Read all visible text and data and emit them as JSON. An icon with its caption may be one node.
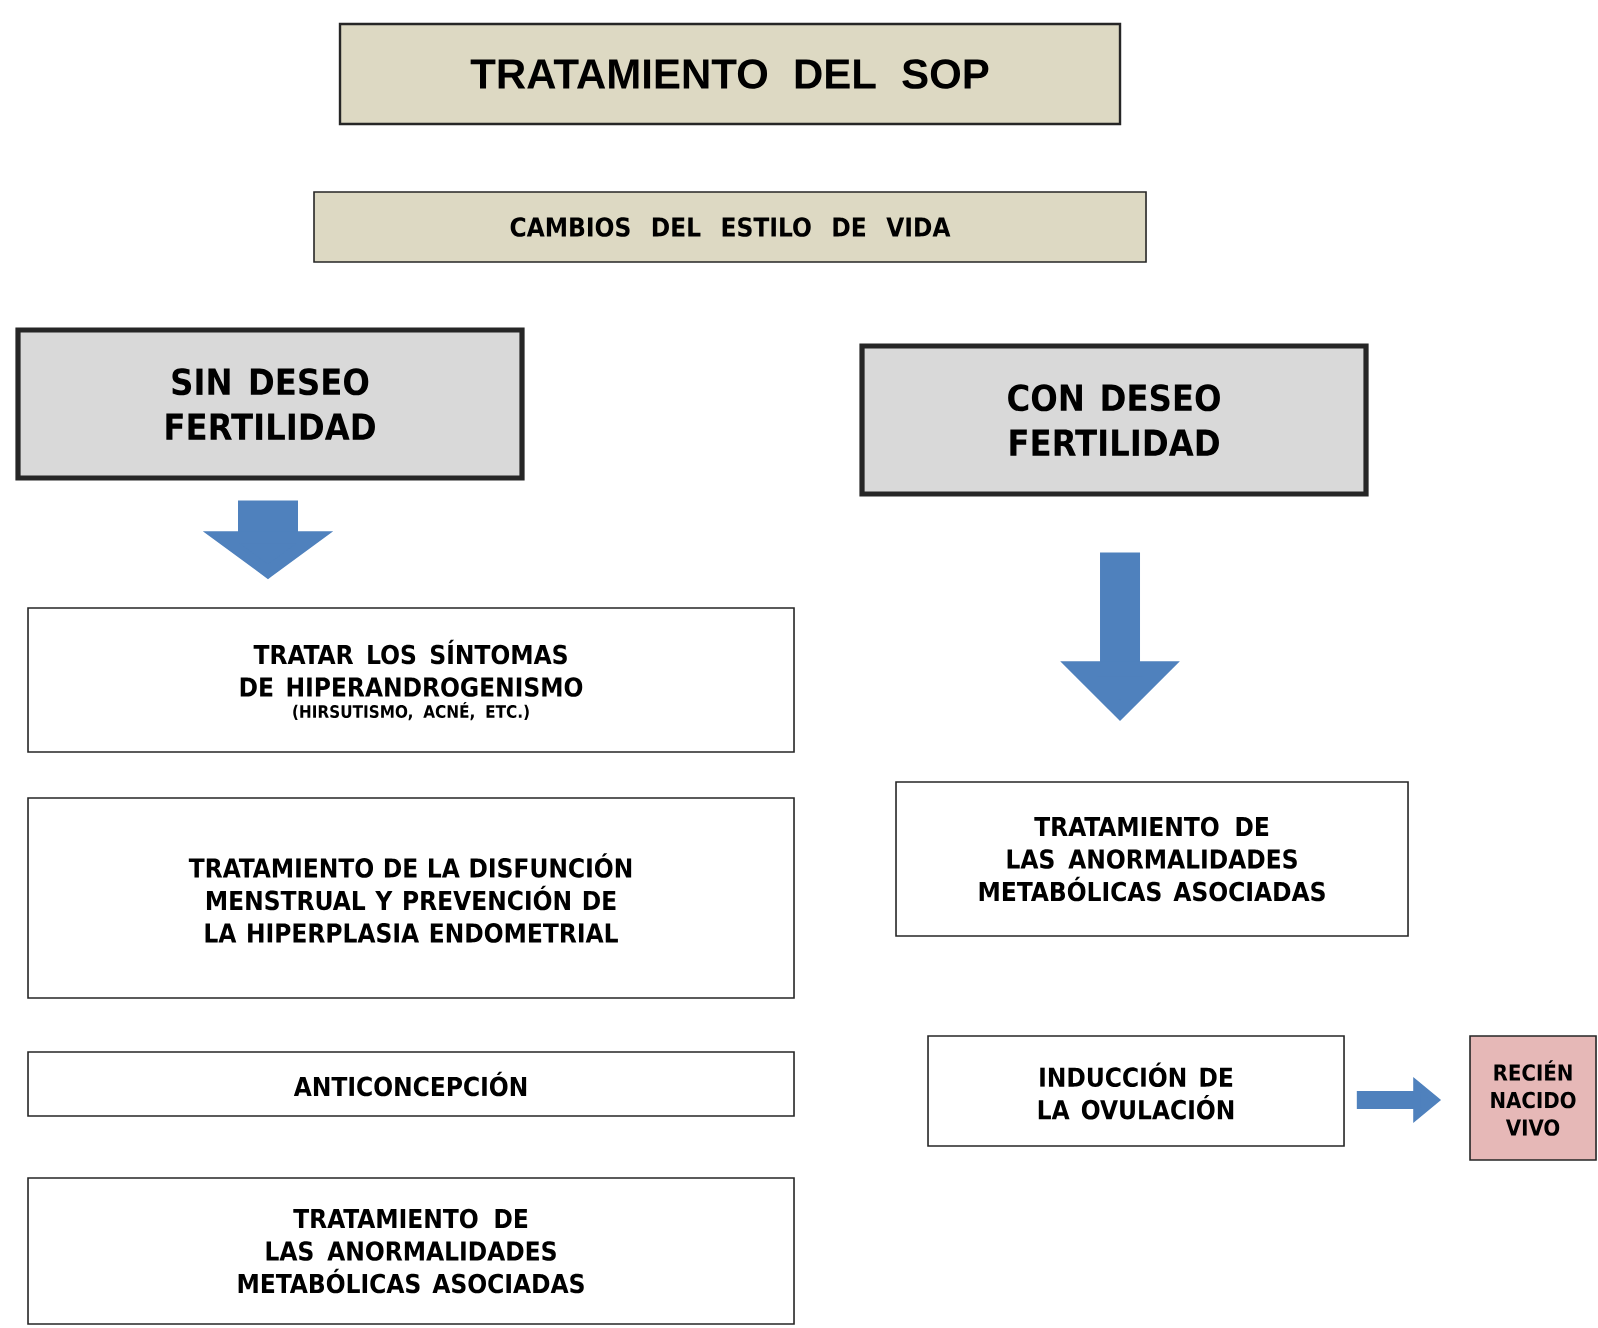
{
  "diagram": {
    "nodes": [
      {
        "text": [
          "TRATAMIENTO DEL SOP"
        ]
      },
      {
        "text": [
          "CAMBIOS DEL ESTILO DE VIDA"
        ]
      },
      {
        "text": [
          "SIN DESEO FERTILIDAD"
        ]
      },
      {
        "text": [
          "CON DESEO FERTILIDAD"
        ]
      },
      {
        "text": [
          "TRATAR LOS SÍNTOMAS DE HIPERANDROGENISMO",
          "(HIRSUTISMO, ACNÉ, ETC.)"
        ]
      },
      {
        "text": [
          "TRATAMIENTO DE LA DISFUNCIÓN MENSTRUAL Y PREVENCIÓN DE LA HIPERPLASIA ENDOMETRIAL"
        ]
      },
      {
        "text": [
          "ANTICONCEPCIÓN"
        ]
      },
      {
        "text": [
          "TRATAMIENTO DE LAS ANORMALIDADES METABÓLICAS ASOCIADAS"
        ]
      },
      {
        "text": [
          "TRATAMIENTO DE LAS ANORMALIDADES METABÓLICAS ASOCIADAS"
        ]
      },
      {
        "text": [
          "INDUCCIÓN DE LA OVULACIÓN"
        ]
      },
      {
        "text": [
          "RECIÉN NACIDO VIVO"
        ]
      }
    ],
    "edges": [
      {
        "from": 2,
        "to": 4,
        "arrow": "to"
      },
      {
        "from": 3,
        "to": 8,
        "arrow": "to"
      },
      {
        "from": 9,
        "to": 10,
        "arrow": "to"
      }
    ]
  }
}
